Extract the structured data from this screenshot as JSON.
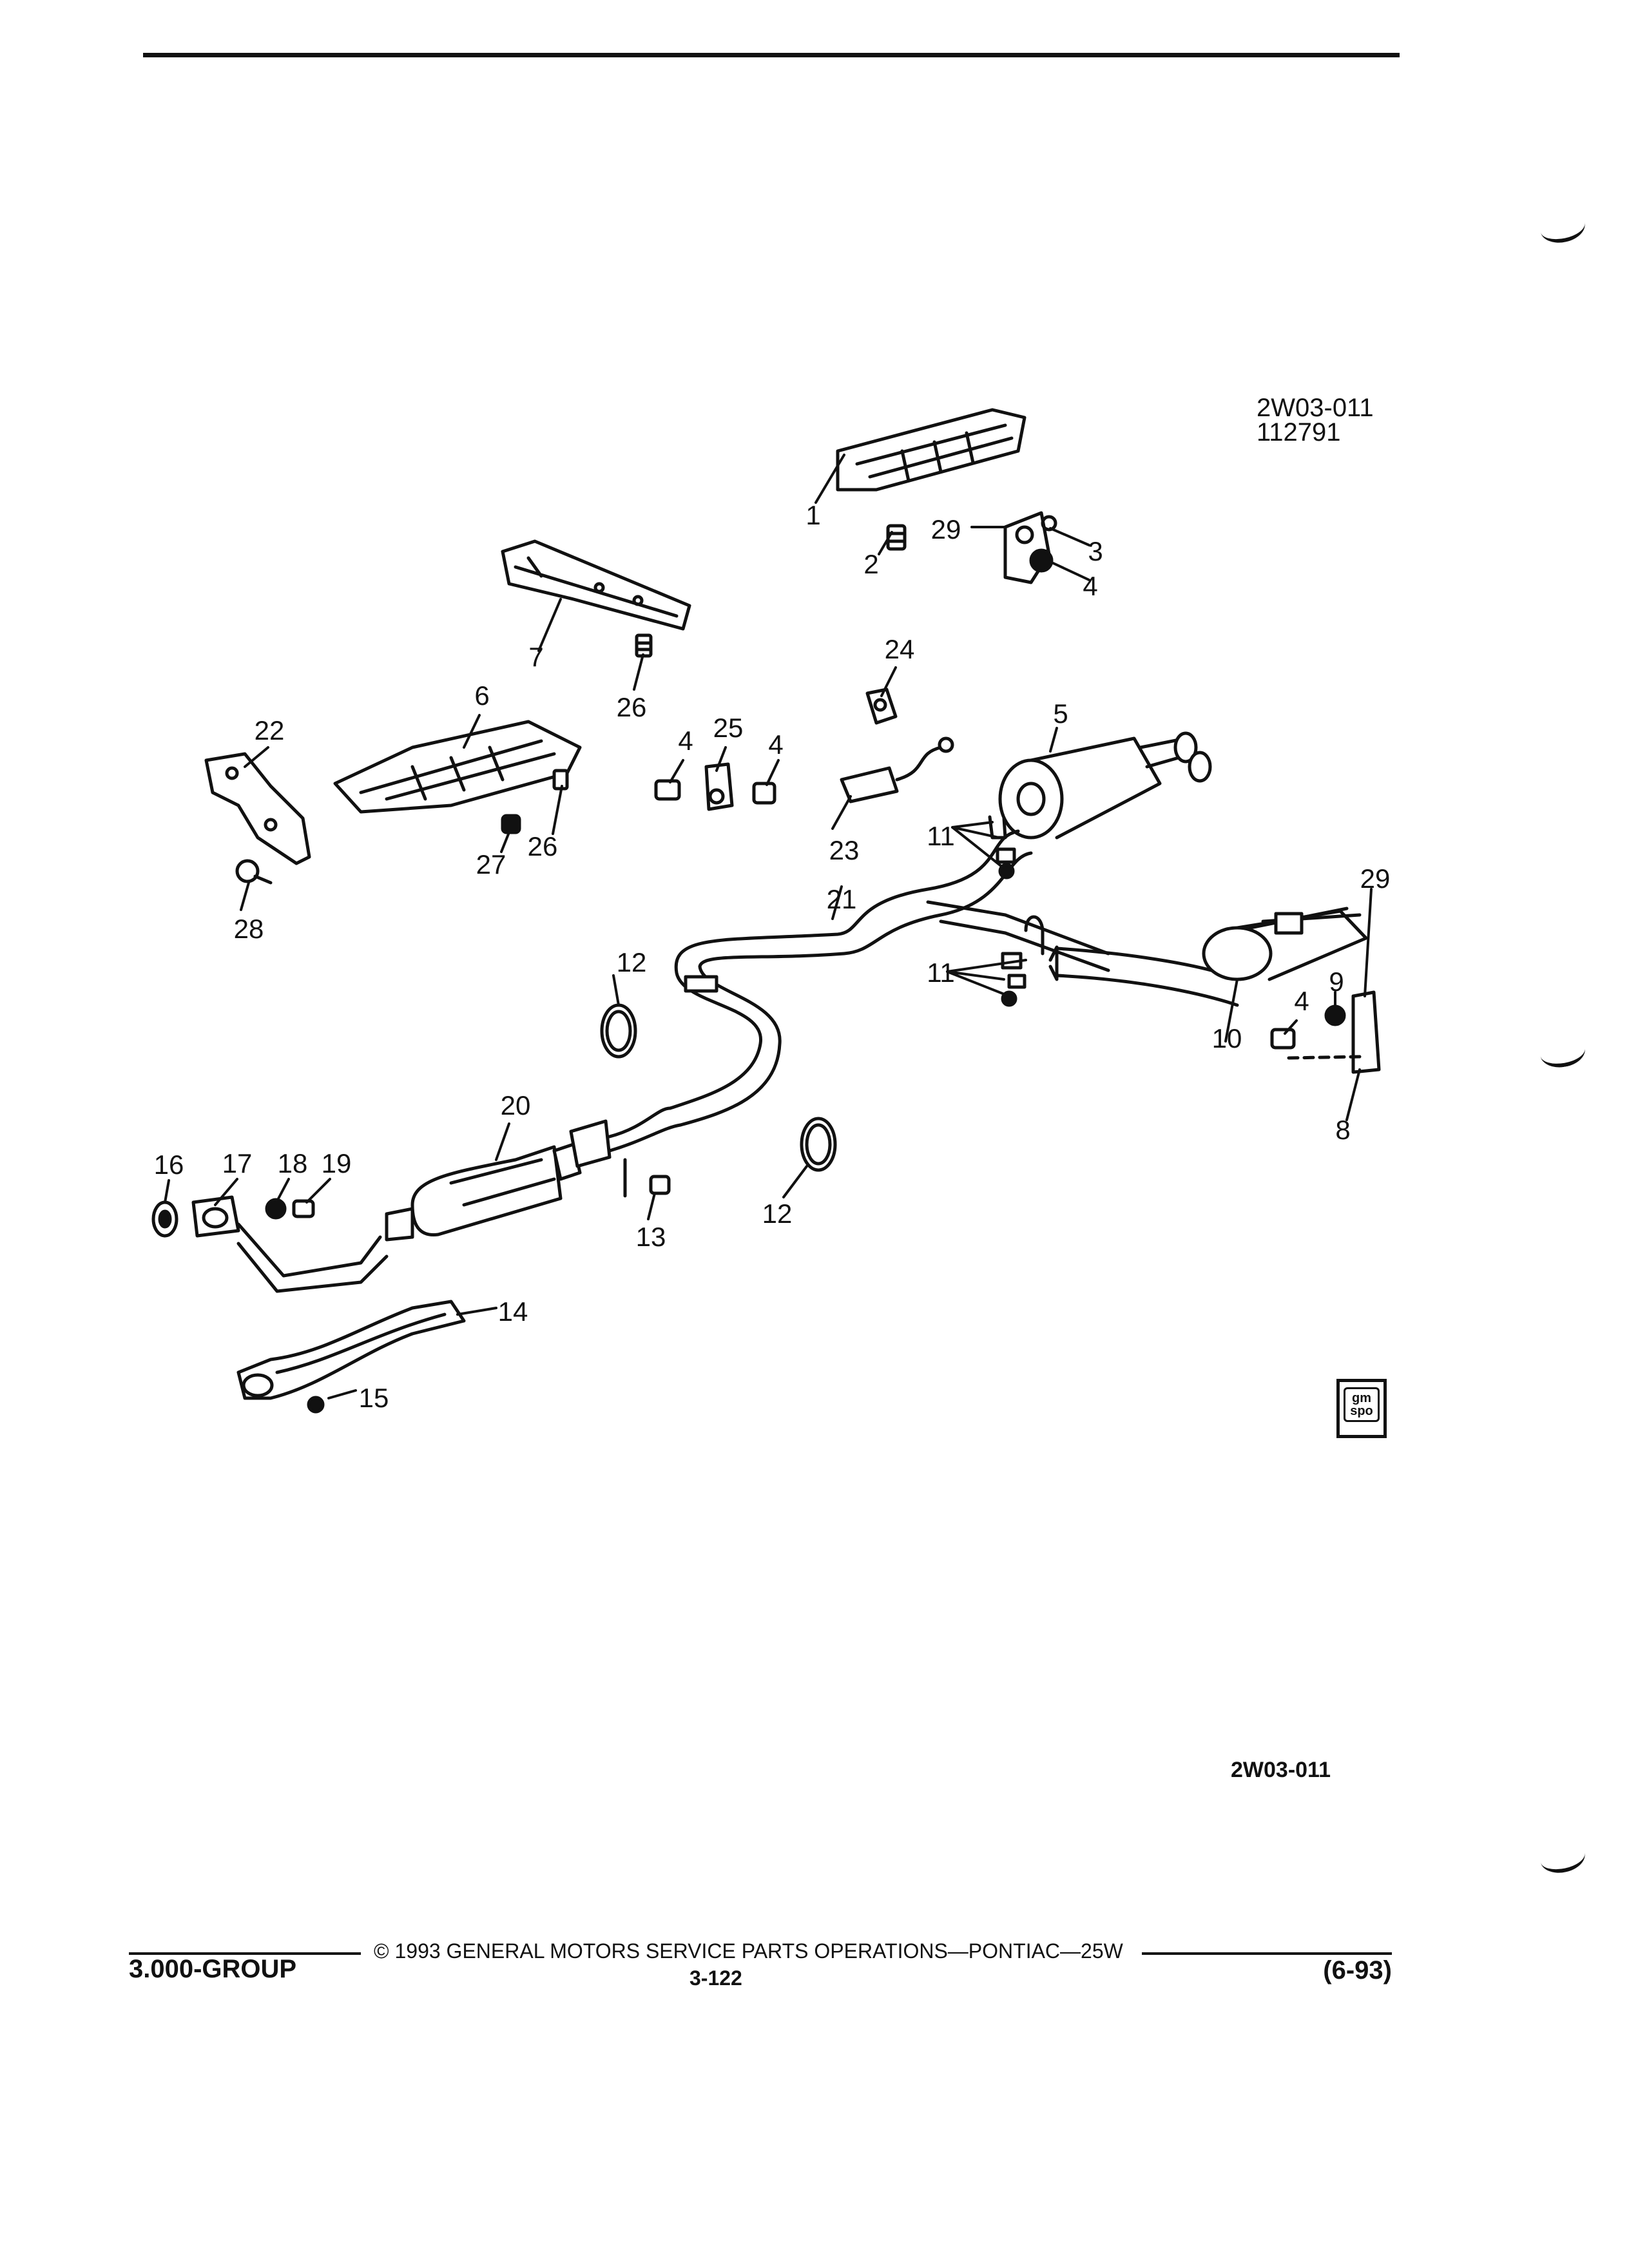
{
  "header": {
    "code": "2W03-011",
    "date_code": "112791"
  },
  "figure_code_bottom": "2W03-011",
  "callouts": [
    "1",
    "2",
    "29",
    "3",
    "4",
    "7",
    "26",
    "24",
    "6",
    "22",
    "4",
    "25",
    "4",
    "5",
    "26",
    "27",
    "23",
    "11",
    "28",
    "29",
    "21",
    "12",
    "11",
    "9",
    "4",
    "10",
    "8",
    "20",
    "16",
    "17",
    "18",
    "19",
    "12",
    "13",
    "14",
    "15"
  ],
  "logo": {
    "line1": "gm",
    "line2": "spo"
  },
  "footer": {
    "group": "3.000-GROUP",
    "copyright": "© 1993 GENERAL MOTORS SERVICE PARTS OPERATIONS—PONTIAC—25W",
    "page": "3-122",
    "date": "(6-93)"
  }
}
